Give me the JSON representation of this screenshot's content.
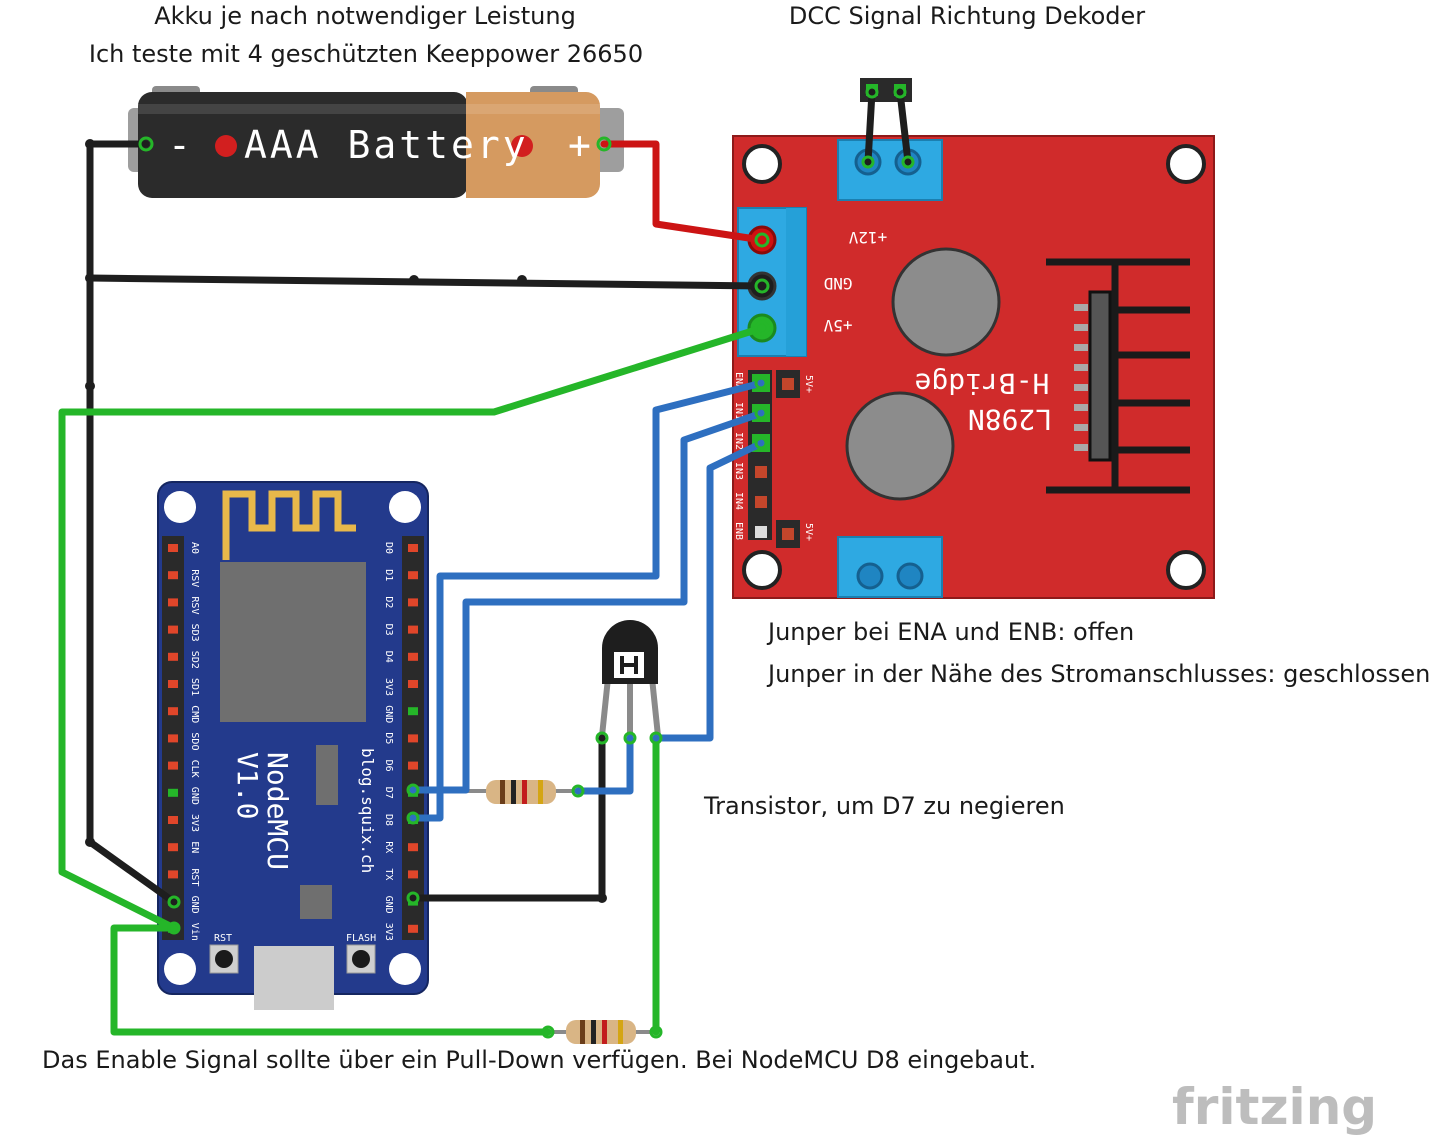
{
  "annotations": {
    "battery_line1": "Akku je nach notwendiger Leistung",
    "battery_line2": "Ich teste mit 4 geschützten Keeppower 26650",
    "dcc_signal": "DCC Signal Richtung Dekoder",
    "jumper_line1": "Junper bei ENA und ENB: offen",
    "jumper_line2": "Junper in der Nähe des Stromanschlusses: geschlossen",
    "transistor": "Transistor, um D7 zu negieren",
    "pulldown": "Das Enable Signal sollte über ein Pull-Down verfügen. Bei NodeMCU D8 eingebaut."
  },
  "battery": {
    "minus": "-",
    "label": "AAA Battery",
    "plus": "+"
  },
  "hbridge": {
    "title": "H-Bridge",
    "model": "L298N",
    "terminals": [
      "+12V",
      "GND",
      "+5V"
    ],
    "pins": [
      "ENA",
      "IN1",
      "IN2",
      "IN3",
      "IN4",
      "ENB"
    ],
    "jumper_5v": "5V+"
  },
  "nodemcu": {
    "name": "NodeMCU",
    "version": "V1.0",
    "url": "blog.squix.ch",
    "left_pins": [
      "A0",
      "RSV",
      "RSV",
      "SD3",
      "SD2",
      "SD1",
      "CMD",
      "SDO",
      "CLK",
      "GND",
      "3V3",
      "EN",
      "RST",
      "GND",
      "Vin"
    ],
    "right_pins": [
      "D0",
      "D1",
      "D2",
      "D3",
      "D4",
      "3V3",
      "GND",
      "D5",
      "D6",
      "D7",
      "D8",
      "RX",
      "TX",
      "GND",
      "3V3"
    ],
    "rst_button": "RST",
    "flash_button": "FLASH"
  },
  "branding": {
    "logo": "fritzing"
  },
  "colors": {
    "wire_black": "#1e1e1e",
    "wire_red": "#cc1414",
    "wire_green": "#25b629",
    "wire_blue": "#2e6fc0",
    "hbridge_board": "#d02b2b",
    "nodemcu_board": "#233a8c",
    "terminal_blue": "#2ea9e2"
  }
}
